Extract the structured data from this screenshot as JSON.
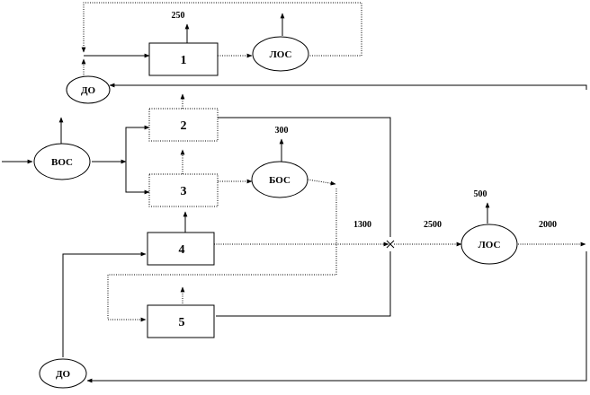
{
  "nodes": {
    "box_1": "1",
    "box_2": "2",
    "box_3": "3",
    "box_4": "4",
    "box_5": "5",
    "vos": "ВОС",
    "do_top": "ДО",
    "do_bottom": "ДО",
    "los_top": "ЛОС",
    "bos": "БОС",
    "los_right": "ЛОС"
  },
  "flows": {
    "box1_out": "250",
    "bos_out": "300",
    "merge_in": "1300",
    "merge_out": "2500",
    "los_right_out_top": "500",
    "final_out": "2000"
  }
}
